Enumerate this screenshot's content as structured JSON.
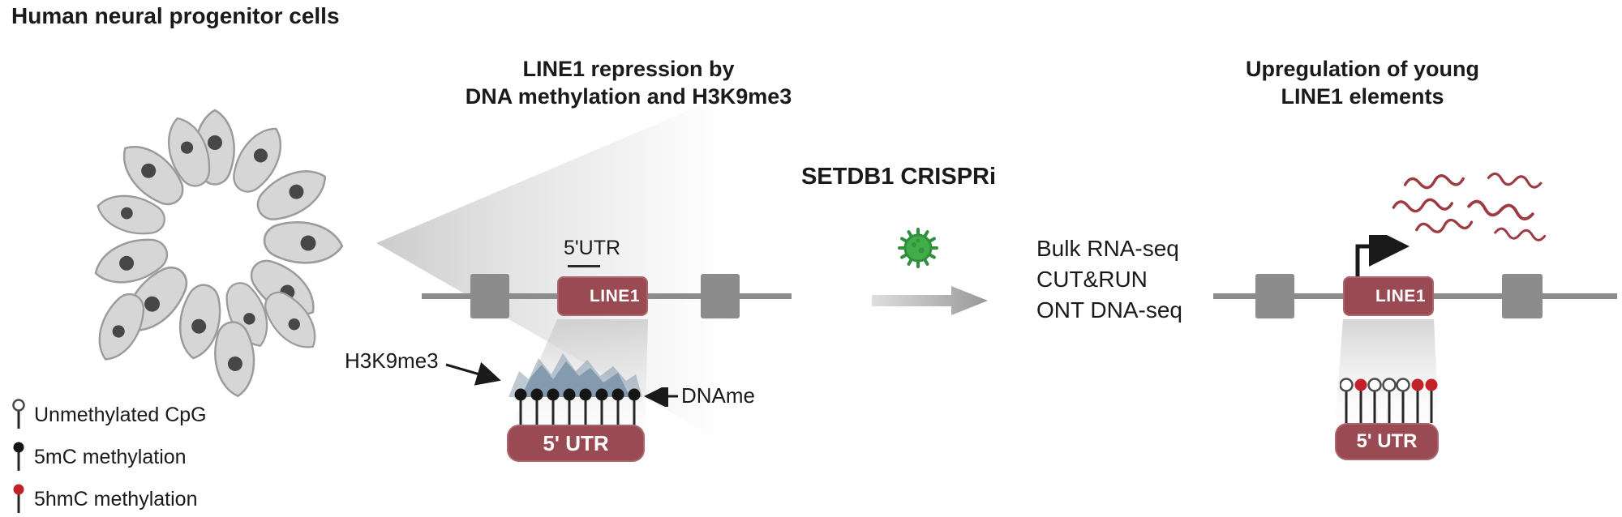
{
  "title": "Human neural progenitor cells",
  "middle_panel": {
    "heading": "LINE1 repression by\nDNA methylation and H3K9me3",
    "utr_label": "5'UTR",
    "line1_label": "LINE1",
    "h3k9me3_label": "H3K9me3",
    "dname_label": "DNAme",
    "utr_detail_label": "5' UTR"
  },
  "center": {
    "perturbation_label": "SETDB1 CRISPRi",
    "assays": [
      "Bulk RNA-seq",
      "CUT&RUN",
      "ONT DNA-seq"
    ]
  },
  "right_panel": {
    "heading": "Upregulation of young\nLINE1 elements",
    "line1_label": "LINE1",
    "utr_detail_label": "5' UTR",
    "lollipop_pattern": [
      "unmethylated",
      "5hmC",
      "unmethylated",
      "unmethylated",
      "unmethylated",
      "5hmC",
      "5hmC"
    ]
  },
  "legend": {
    "items": [
      {
        "type": "unmethylated",
        "label": "Unmethylated CpG"
      },
      {
        "type": "5mC",
        "label": "5mC methylation"
      },
      {
        "type": "5hmC",
        "label": "5hmC methylation"
      }
    ]
  },
  "colors": {
    "maroon": "#9a4a52",
    "gene_gray": "#8c8c8c",
    "peak_blue": "#7b93a8",
    "virus_green": "#41ad49",
    "transcript_red": "#9e3b42",
    "legend_red": "#c32127",
    "ink": "#1a1a1a"
  }
}
